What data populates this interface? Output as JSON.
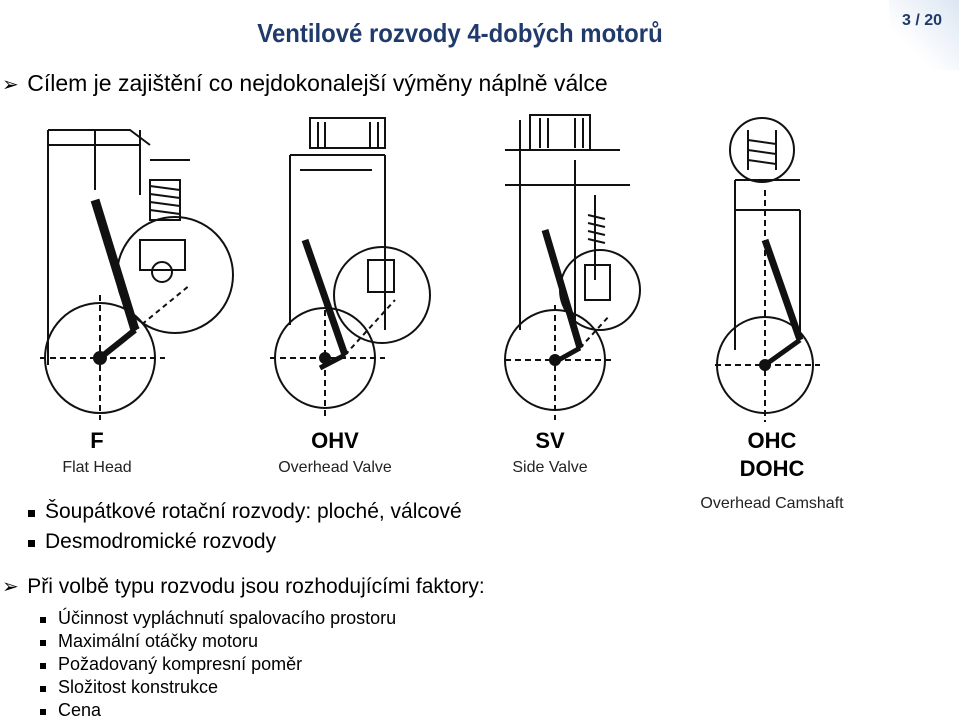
{
  "title": "Ventilové rozvody 4-dobých motorů",
  "page": "3 / 20",
  "goal": "Cílem je zajištění co nejdokonalejší výměny náplně válce",
  "engines": [
    {
      "code": "F",
      "name": "Flat Head"
    },
    {
      "code": "OHV",
      "name": "Overhead Valve"
    },
    {
      "code": "SV",
      "name": "Side Valve"
    },
    {
      "code": "OHC",
      "code2": "DOHC",
      "name": "Overhead Camshaft"
    }
  ],
  "sub_items": [
    "Šoupátkové rotační rozvody: ploché, válcové",
    "Desmodromické rozvody"
  ],
  "factors_heading": "Při volbě typu rozvodu jsou rozhodujícími faktory:",
  "factors": [
    "Účinnost vypláchnutí spalovacího prostoru",
    "Maximální otáčky motoru",
    "Požadovaný kompresní poměr",
    "Složitost konstrukce",
    "Cena"
  ]
}
